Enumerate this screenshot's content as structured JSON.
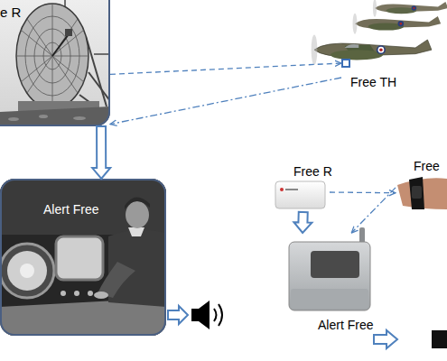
{
  "diagram": {
    "nodes": [
      {
        "text": [
          "e R"
        ]
      },
      {
        "text": [
          "Free TH"
        ]
      },
      {
        "text": [
          "Alert Free"
        ]
      },
      {
        "text": [
          "Free R"
        ]
      },
      {
        "text": [
          "Free"
        ]
      },
      {
        "text": [
          "Alert Free"
        ]
      }
    ],
    "edges": [
      {
        "from": 0,
        "to": 1,
        "arrow": "to"
      },
      {
        "from": 1,
        "to": 0,
        "arrow": "to"
      },
      {
        "from": 0,
        "to": 2,
        "arrow": "to"
      },
      {
        "from": 3,
        "to": 4,
        "arrow": "to"
      },
      {
        "from": 4,
        "to": 5,
        "arrow": "to"
      },
      {
        "from": 3,
        "to": 5,
        "arrow": "to"
      }
    ]
  }
}
